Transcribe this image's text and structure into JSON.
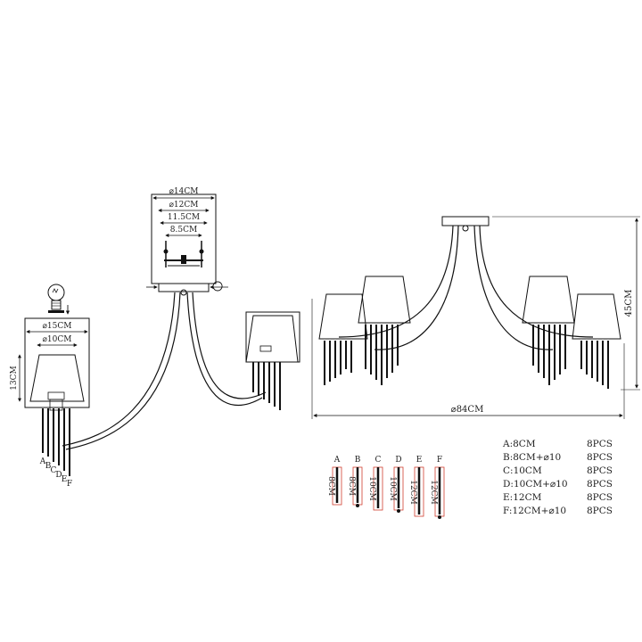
{
  "canopy": {
    "diameter_outer": "⌀14CM",
    "diameter_inner": "⌀12CM",
    "span_outer": "11.5CM",
    "span_inner": "8.5CM"
  },
  "shade": {
    "top_diameter": "⌀15CM",
    "bottom_diameter": "⌀10CM",
    "height": "13CM"
  },
  "rod_letters": [
    "A",
    "B",
    "C",
    "D",
    "E",
    "F"
  ],
  "overall": {
    "height": "45CM",
    "width": "⌀84CM"
  },
  "crystals": [
    {
      "letter": "A",
      "length": "8CM"
    },
    {
      "letter": "B",
      "length": "8CM"
    },
    {
      "letter": "C",
      "length": "10CM"
    },
    {
      "letter": "D",
      "length": "10CM"
    },
    {
      "letter": "E",
      "length": "12CM"
    },
    {
      "letter": "F",
      "length": "12CM"
    }
  ],
  "parts_list": [
    {
      "spec": "A:8CM",
      "qty": "8PCS"
    },
    {
      "spec": "B:8CM+⌀10",
      "qty": "8PCS"
    },
    {
      "spec": "C:10CM",
      "qty": "8PCS"
    },
    {
      "spec": "D:10CM+⌀10",
      "qty": "8PCS"
    },
    {
      "spec": "E:12CM",
      "qty": "8PCS"
    },
    {
      "spec": "F:12CM+⌀10",
      "qty": "8PCS"
    }
  ]
}
